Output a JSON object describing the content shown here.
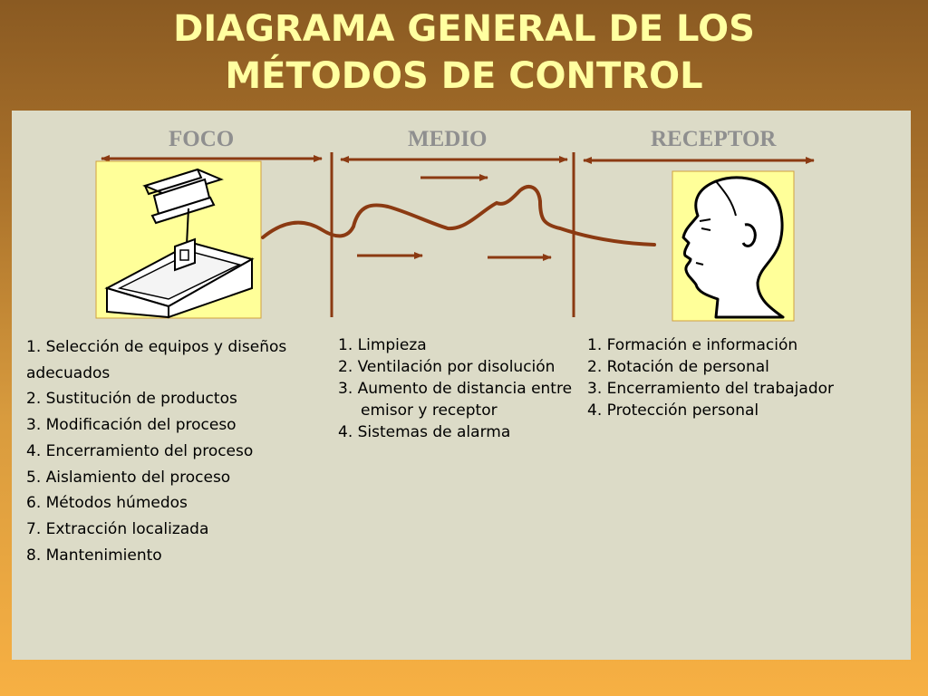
{
  "title": {
    "line1": "DIAGRAMA GENERAL DE LOS",
    "line2": "MÉTODOS DE CONTROL"
  },
  "colors": {
    "accent_line": "#8b3a12",
    "box_fill": "#ffff99",
    "label_gray": "#8f8f8f",
    "title_text": "#ffffa0",
    "panel_bg": "#dcdbc7"
  },
  "icons": {
    "foco": "machine-emission-icon",
    "receptor": "human-head-profile-icon"
  },
  "columns": {
    "foco": {
      "label": "FOCO",
      "items": [
        "1. Selección de equipos y diseños adecuados",
        "2. Sustitución de productos",
        "3. Modificación del proceso",
        "4. Encerramiento del proceso",
        "5. Aislamiento del proceso",
        "6. Métodos húmedos",
        "7. Extracción localizada",
        "8. Mantenimiento"
      ]
    },
    "medio": {
      "label": "MEDIO",
      "items": [
        "1. Limpieza",
        "2. Ventilación por disolución",
        "3. Aumento de distancia entre emisor y receptor",
        "4. Sistemas de alarma"
      ]
    },
    "receptor": {
      "label": "RECEPTOR",
      "items": [
        "1. Formación e información",
        "2. Rotación de personal",
        "3. Encerramiento del trabajador",
        "4. Protección personal"
      ]
    }
  }
}
